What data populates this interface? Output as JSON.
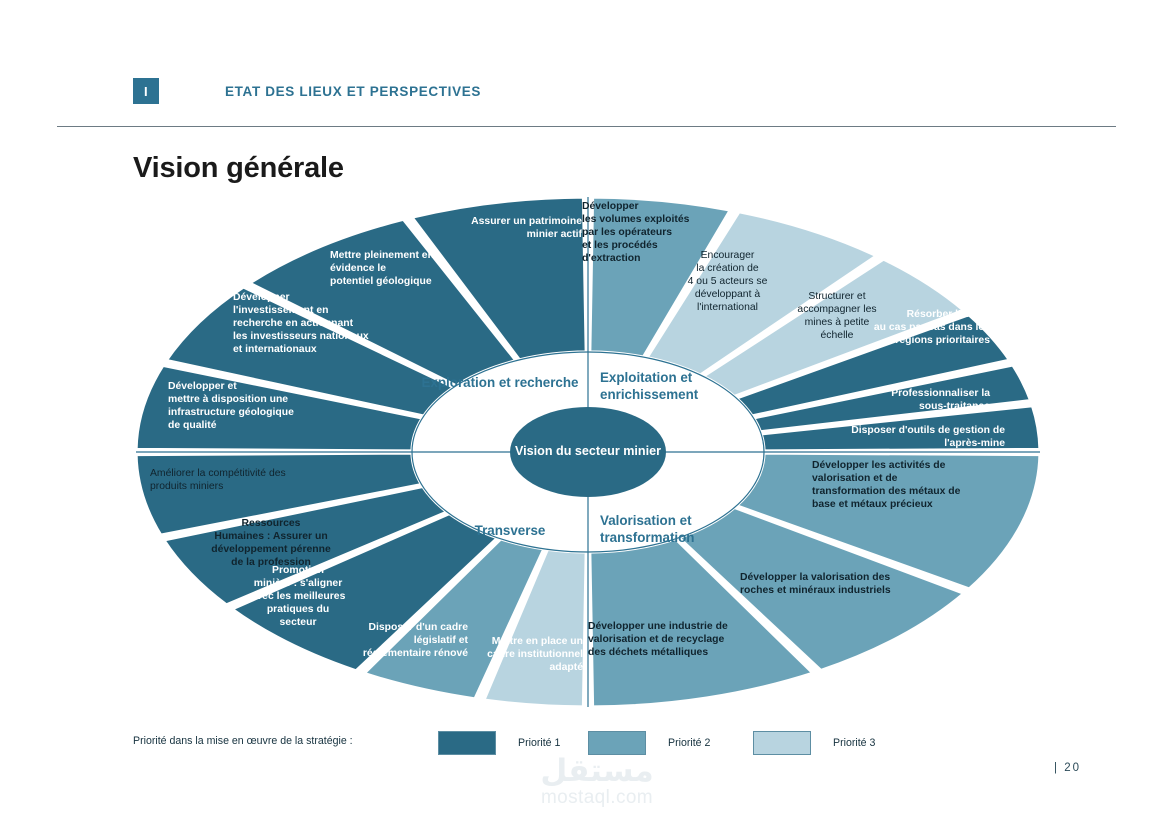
{
  "header": {
    "badge": "I",
    "section": "ETAT DES LIEUX ET PERSPECTIVES",
    "accent": "#2d7292"
  },
  "page_title": "Vision générale",
  "hub": {
    "label": "Vision du secteur minier"
  },
  "colors": {
    "priority1": "#2a6a85",
    "priority2": "#6ba3b8",
    "priority3": "#b8d4e0",
    "separator": "#ffffff",
    "ring_outline": "#2d7292",
    "text_light": "#ffffff",
    "text_dark": "#10242e"
  },
  "quadrants": [
    {
      "id": "exploration",
      "label": "Exploration et recherche"
    },
    {
      "id": "exploitation",
      "label": "Exploitation et\nenrichissement"
    },
    {
      "id": "valorisation",
      "label": "Valorisation et\ntransformation"
    },
    {
      "id": "transverse",
      "label": "Transverse"
    }
  ],
  "chart_data": {
    "type": "pie",
    "title": "Vision générale",
    "center_label": "Vision du secteur minier",
    "legend_position": "bottom",
    "legend_title": "Priorité dans la mise en œuvre de la stratégie :",
    "categories": [
      "Priorité 1",
      "Priorité 2",
      "Priorité 3"
    ],
    "category_colors": [
      "#2a6a85",
      "#6ba3b8",
      "#b8d4e0"
    ],
    "groups": [
      {
        "name": "Exploration et recherche",
        "segments": [
          {
            "text": "Assurer un patrimoine\nminier actif",
            "priority": 1
          },
          {
            "text": "Mettre pleinement en\névidence le\npotentiel géologique",
            "priority": 1
          },
          {
            "text": "Développer\nl'investissement en\nrecherche en actionnant\nles investisseurs nationaux\net internationaux",
            "priority": 1
          },
          {
            "text": "Développer et\nmettre à disposition une\ninfrastructure géologique\nde qualité",
            "priority": 1
          }
        ]
      },
      {
        "name": "Exploitation et enrichissement",
        "segments": [
          {
            "text": "Développer\nles volumes exploités\npar les opérateurs\net les procédés\nd'extraction",
            "priority": 2
          },
          {
            "text": "Encourager\nla création de\n4 ou 5 acteurs se\ndéveloppant à\nl'international",
            "priority": 3
          },
          {
            "text": "Structurer et\naccompagner les\nmines à petite\néchelle",
            "priority": 3
          },
          {
            "text": "Résorber l'illicite\nau cas par cas dans les\nrégions prioritaires",
            "priority": 1
          },
          {
            "text": "Professionnaliser la\nsous-traitance",
            "priority": 1
          },
          {
            "text": "Disposer d'outils de gestion de\nl'après-mine",
            "priority": 1
          }
        ]
      },
      {
        "name": "Valorisation et transformation",
        "segments": [
          {
            "text": "Développer les activités de\nvalorisation et de\ntransformation des métaux de\nbase et métaux précieux",
            "priority": 2
          },
          {
            "text": "Développer la valorisation des\nroches  et minéraux industriels",
            "priority": 2
          },
          {
            "text": "Développer une industrie de\nvalorisation et de recyclage\ndes déchets métalliques",
            "priority": 2
          }
        ]
      },
      {
        "name": "Transverse",
        "segments": [
          {
            "text": "Améliorer la compétitivité des\n produits miniers",
            "priority": 3
          },
          {
            "text": "Ressources\nHumaines : Assurer un\ndéveloppement pérenne\nde la profession",
            "priority": 2
          },
          {
            "text": "Promotion\nminière : s'aligner\navec les meilleures\npratiques du\nsecteur",
            "priority": 1
          },
          {
            "text": "Disposer d'un cadre\nlégislatif et\nréglementaire rénové",
            "priority": 1
          },
          {
            "text": "Mettre en place un\ncadre institutionnel\nadapté",
            "priority": 1
          }
        ]
      }
    ]
  },
  "legend": {
    "title": "Priorité dans la mise en œuvre de la stratégie :",
    "items": [
      {
        "label": "Priorité 1",
        "color": "#2a6a85"
      },
      {
        "label": "Priorité 2",
        "color": "#6ba3b8"
      },
      {
        "label": "Priorité 3",
        "color": "#b8d4e0"
      }
    ]
  },
  "watermark": {
    "arabic": "مستقل",
    "latin": "mostaql.com"
  },
  "page_number": "| 20"
}
